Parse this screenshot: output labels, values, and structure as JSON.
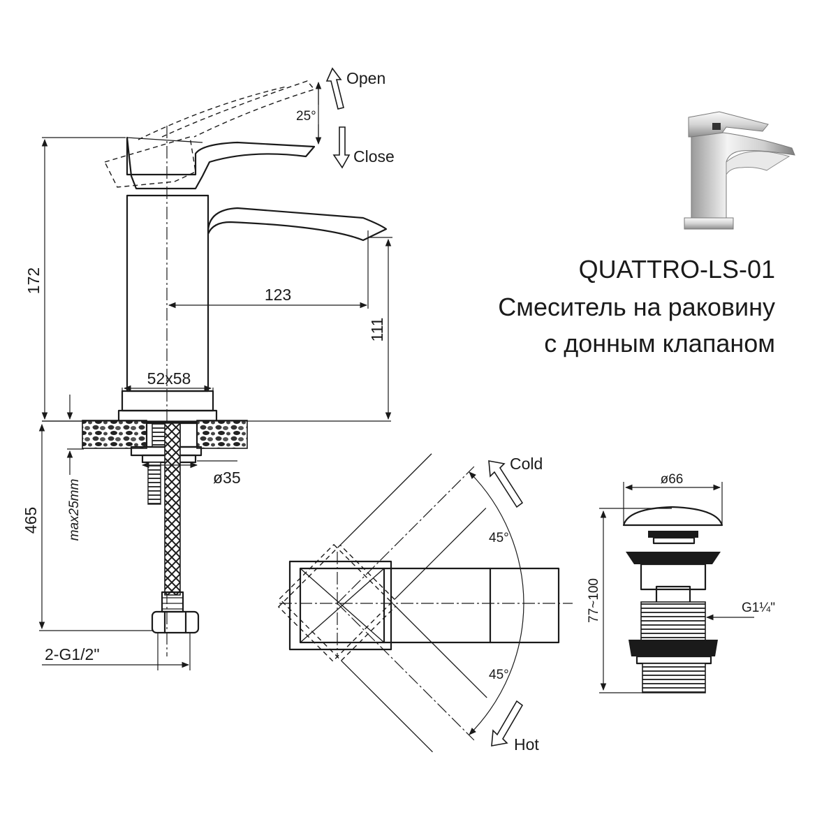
{
  "product": {
    "model": "QUATTRO-LS-01",
    "description_line1": "Смеситель на раковину",
    "description_line2": "с донным клапаном"
  },
  "side_view": {
    "height_total": "172",
    "spout_reach": "123",
    "spout_height": "111",
    "base_size": "52x58",
    "mount_hole": "ø35",
    "hose_length": "465",
    "countertop_max": "max25mm",
    "connection": "2-G1/2\"",
    "lever_angle": "25°",
    "open_label": "Open",
    "close_label": "Close"
  },
  "top_view": {
    "angle_cold": "45°",
    "angle_hot": "45°",
    "cold_label": "Cold",
    "hot_label": "Hot"
  },
  "drain_valve": {
    "diameter": "ø66",
    "height_range": "77~100",
    "thread": "G1¼\""
  }
}
